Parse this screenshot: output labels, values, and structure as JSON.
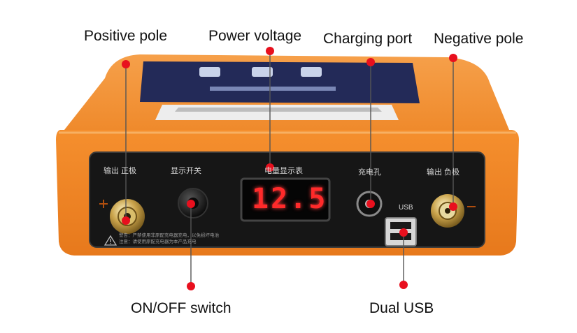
{
  "labels": {
    "positive_pole": "Positive pole",
    "power_voltage": "Power voltage",
    "charging_port": "Charging port",
    "negative_pole": "Negative pole",
    "on_off_switch": "ON/OFF switch",
    "dual_usb": "Dual USB"
  },
  "panel": {
    "output_positive": "输出 正极",
    "display_switch": "显示开关",
    "voltmeter": "电量显示表",
    "charging_hole": "充电孔",
    "output_negative": "输出 负极",
    "usb": "USB",
    "warning_line1": "警告：严禁使用非原配充电器充电，以免损坏电池",
    "warning_line2": "注意：请使用原配充电器为本产品充电"
  },
  "display": {
    "voltage": "12.5"
  },
  "colors": {
    "case_orange": "#f28a2a",
    "panel_black": "#161616",
    "callout_red": "#e8101e",
    "led_red": "#ff2a2a"
  },
  "icons": [
    "warning-icon",
    "plus-icon",
    "minus-icon"
  ]
}
